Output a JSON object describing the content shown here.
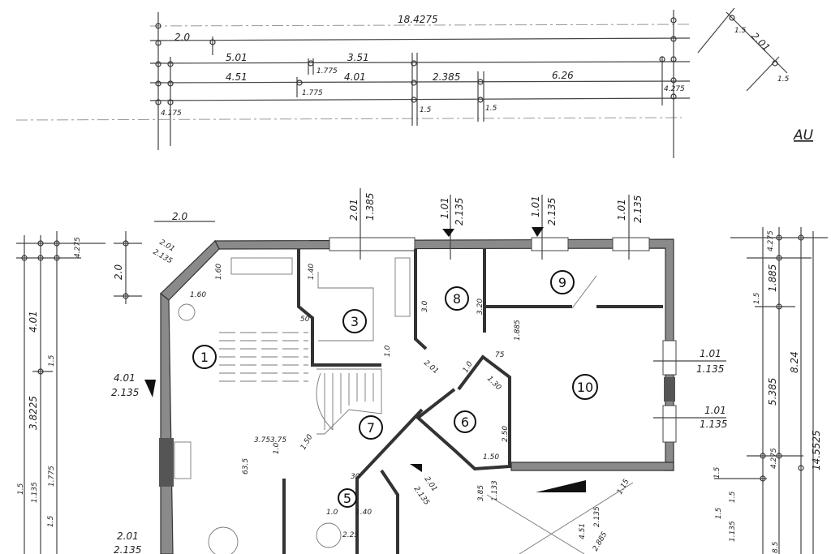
{
  "title_mark": "AU",
  "top_dims": [
    "18.4275",
    "2.0",
    "5.01",
    "1.775",
    "3.51",
    "4.51",
    "1.775",
    "4.01",
    "2.385",
    "6.26",
    "4.175",
    "1.5",
    "1.5",
    "4.275"
  ],
  "top_right_dims": [
    "2.01",
    "1.5",
    "1.5"
  ],
  "top_wall_dims": [
    "2.01",
    "1.385",
    "1.01",
    "2.135",
    "1.01",
    "2.135",
    "1.01",
    "2.135"
  ],
  "right_window_dims": [
    "1.01",
    "1.135",
    "1.01",
    "1.135"
  ],
  "right_chain_dims": [
    "4.275",
    "1.885",
    "1.5",
    "8.24",
    "5.385",
    "14.5525",
    "4.275",
    "1.5",
    "1.135",
    "1.5",
    "1.5",
    "8.5"
  ],
  "left_chain_dims": [
    "4.01",
    "1.5",
    "3.8225",
    "4.275",
    "2.0",
    "4.01",
    "2.135",
    "2.01",
    "2.135",
    "1.135",
    "1.5",
    "1.775",
    "1.5"
  ],
  "interior_dims": [
    "2.0",
    "2.01",
    "2.135",
    "1.60",
    "1.60",
    "1.40",
    "50",
    "3.0",
    "3.20",
    "1.0",
    "2.01",
    "1.0",
    "1.30",
    "75",
    "1.885",
    "2.50",
    "1.50",
    "3.85",
    "1.133",
    "2.01",
    "2.135",
    "4.51",
    "2.135",
    "2.885",
    "3.75",
    "3.75",
    "1.0",
    "1.50",
    "63.5",
    "30",
    "1.0",
    "1.40",
    "2.25",
    "1.15"
  ],
  "rooms": [
    "1",
    "3",
    "8",
    "9",
    "10",
    "7",
    "6",
    "5"
  ]
}
